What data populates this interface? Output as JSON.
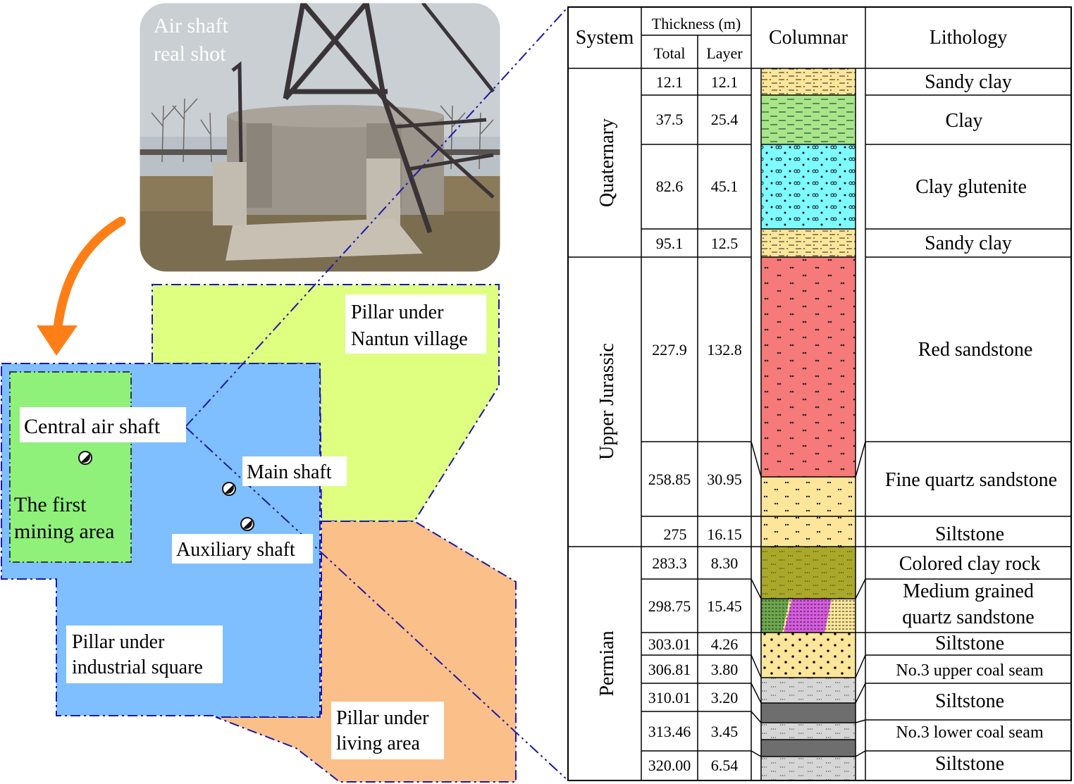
{
  "photo": {
    "caption_line1": "Air shaft",
    "caption_line2": "real shot"
  },
  "map": {
    "nantun_line1": "Pillar under",
    "nantun_line2": "Nantun village",
    "industrial_line1": "Pillar under",
    "industrial_line2": "industrial square",
    "living_line1": "Pillar under",
    "living_line2": "living area",
    "first_mining_line1": "The first",
    "first_mining_line2": "mining area",
    "central_air_shaft": "Central air shaft",
    "main_shaft": "Main shaft",
    "auxiliary_shaft": "Auxiliary shaft"
  },
  "table": {
    "headers": {
      "system": "System",
      "thickness": "Thickness (m)",
      "total": "Total",
      "layer": "Layer",
      "columnar": "Columnar",
      "lithology": "Lithology"
    },
    "systems": [
      "Quaternary",
      "Upper Jurassic",
      "Permian"
    ],
    "rows": [
      {
        "total": "12.1",
        "layer": "12.1",
        "lithology": "Sandy clay"
      },
      {
        "total": "37.5",
        "layer": "25.4",
        "lithology": "Clay"
      },
      {
        "total": "82.6",
        "layer": "45.1",
        "lithology": "Clay glutenite"
      },
      {
        "total": "95.1",
        "layer": "12.5",
        "lithology": "Sandy clay"
      },
      {
        "total": "227.9",
        "layer": "132.8",
        "lithology": "Red sandstone"
      },
      {
        "total": "258.85",
        "layer": "30.95",
        "lithology": "Fine quartz sandstone"
      },
      {
        "total": "275",
        "layer": "16.15",
        "lithology": "Siltstone"
      },
      {
        "total": "283.3",
        "layer": "8.30",
        "lithology": "Colored clay rock"
      },
      {
        "total": "298.75",
        "layer": "15.45",
        "lithology": "Medium grained quartz sandstone",
        "lithology_line1": "Medium grained",
        "lithology_line2": "quartz sandstone"
      },
      {
        "total": "303.01",
        "layer": "4.26",
        "lithology": "Siltstone"
      },
      {
        "total": "306.81",
        "layer": "3.80",
        "lithology": "No.3 upper coal seam"
      },
      {
        "total": "310.01",
        "layer": "3.20",
        "lithology": "Siltstone"
      },
      {
        "total": "313.46",
        "layer": "3.45",
        "lithology": "No.3 lower coal seam"
      },
      {
        "total": "320.00",
        "layer": "6.54",
        "lithology": "Siltstone"
      }
    ]
  },
  "colors": {
    "industrial_square": "#7fbfff",
    "nantun_village": "#deff80",
    "living_area": "#fbbf8a",
    "first_mining_area": "#8ff07a",
    "boundary_line": "#1a1aa8",
    "arrow": "#ff7f16",
    "sandy_clay": "#fde69a",
    "clay": "#a8e68a",
    "clay_glutenite": "#7dfbff",
    "red_sandstone": "#f67a7a",
    "fine_quartz_sandstone": "#fde69a",
    "siltstone": "#fde69a",
    "colored_clay_rock": "#a9a829",
    "coal": "#6e6e6e",
    "gray_siltstone": "#d6d6d6"
  }
}
